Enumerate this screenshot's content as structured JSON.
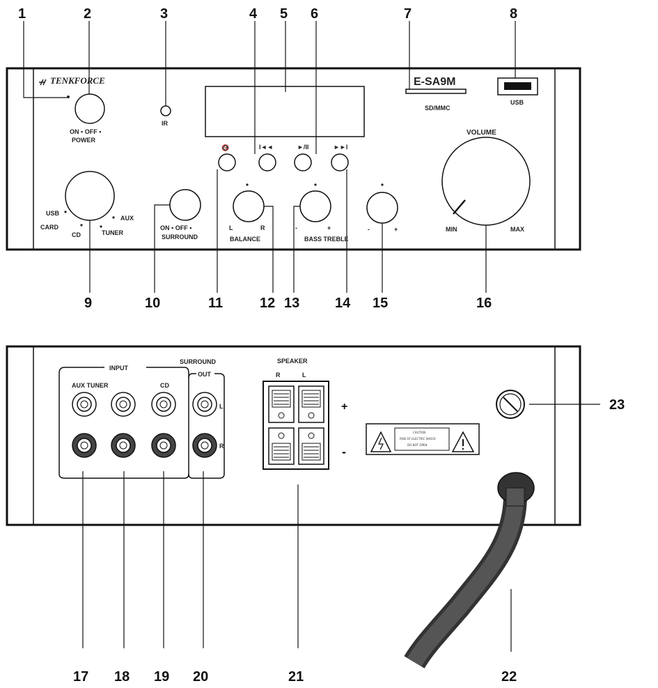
{
  "front_panel": {
    "brand": "TENKFORCE",
    "model": "E-SA9M",
    "sd_label": "SD/MMC",
    "usb_label": "USB",
    "ir_label": "IR",
    "power_label": "POWER",
    "on_off_label": "ON ▪ OFF ▪",
    "surround_on_off": "ON ▪ OFF ▪",
    "surround_label": "SURROUND",
    "volume_label": "VOLUME",
    "min_label": "MIN",
    "max_label": "MAX",
    "balance_label": "BALANCE",
    "bass_treble_label": "BASS TREBLE",
    "l_label": "L",
    "r_label": "R",
    "minus": "-",
    "plus": "+",
    "source_usb": "USB",
    "source_card": "CARD",
    "source_cd": "CD",
    "source_tuner": "TUNER",
    "source_aux": "AUX",
    "btn_prev": "I◄◄",
    "btn_play": "►/II",
    "btn_next": "►►I"
  },
  "rear_panel": {
    "input_label": "INPUT",
    "aux_tuner_label": "AUX TUNER",
    "cd_label": "CD",
    "surround_label": "SURROUND",
    "out_label": "OUT",
    "speaker_label": "SPEAKER",
    "spk_r": "R",
    "spk_l": "L",
    "plus": "+",
    "minus": "-",
    "jack_l": "L",
    "jack_r": "R",
    "warning_line1": "CAUTION",
    "warning_line2": "RISK OF ELECTRIC SHOCK",
    "warning_line3": "DO NOT OPEN"
  },
  "callouts": {
    "c1": "1",
    "c2": "2",
    "c3": "3",
    "c4": "4",
    "c5": "5",
    "c6": "6",
    "c7": "7",
    "c8": "8",
    "c9": "9",
    "c10": "10",
    "c11": "11",
    "c12": "12",
    "c13": "13",
    "c14": "14",
    "c15": "15",
    "c16": "16",
    "c17": "17",
    "c18": "18",
    "c19": "19",
    "c20": "20",
    "c21": "21",
    "c22": "22",
    "c23": "23"
  }
}
